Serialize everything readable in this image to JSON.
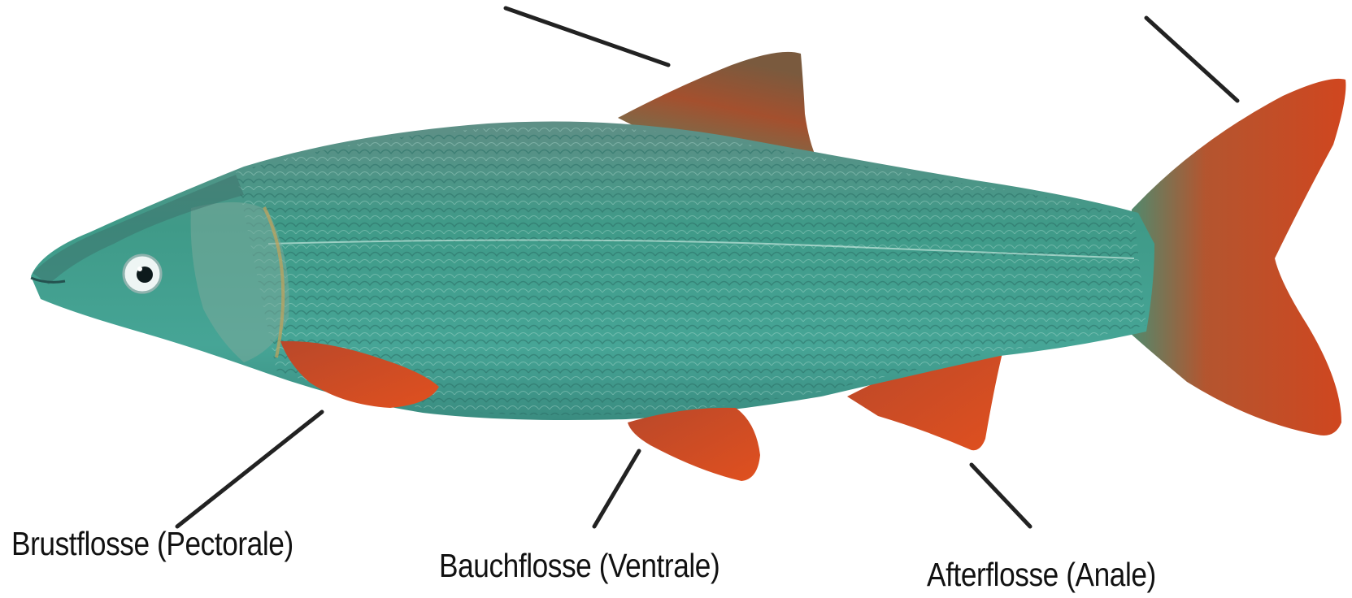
{
  "figure": {
    "subject": "fish-anatomy-fins",
    "labels": {
      "pectoral": "Brustflosse (Pectorale)",
      "ventral": "Bauchflosse (Ventrale)",
      "anal": "Afterflosse (Anale)"
    },
    "colors": {
      "body": "#3f9a88",
      "body_dark": "#2a6f66",
      "fin": "#d0461f",
      "fin_dark": "#8a3a22",
      "leader_line": "#222222"
    }
  }
}
